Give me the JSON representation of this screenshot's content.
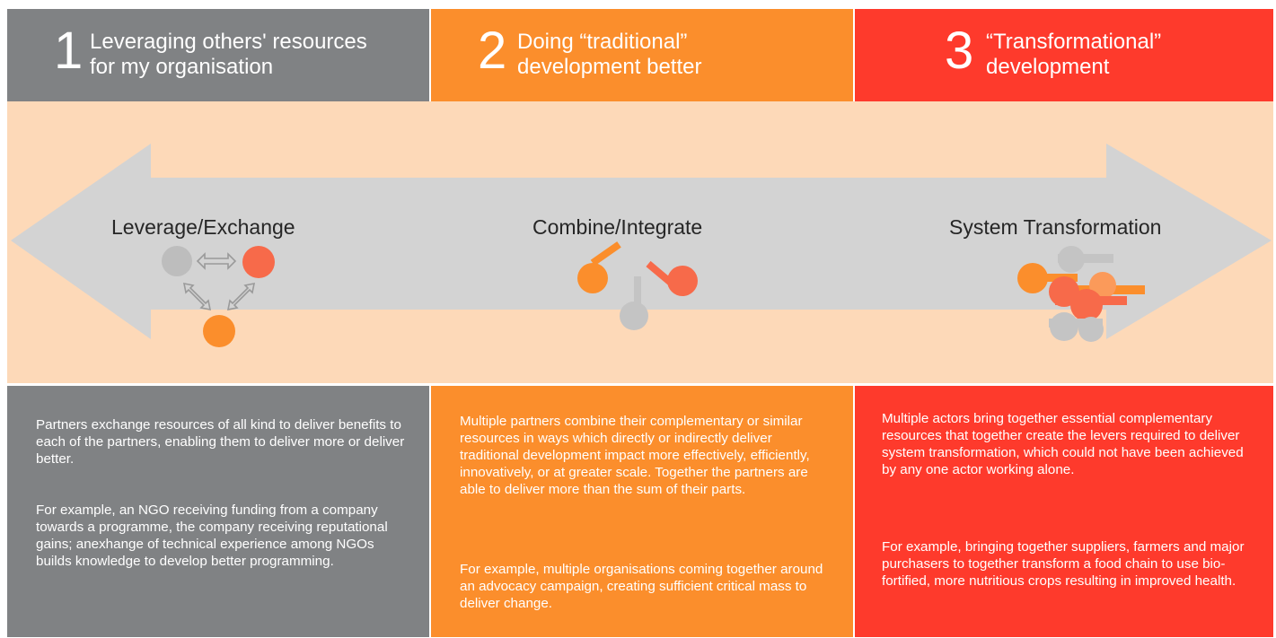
{
  "stages": [
    {
      "number": "1",
      "title": "Leveraging others' resources\nfor my organisation",
      "label": "Leverage/Exchange",
      "paragraph1": "Partners exchange resources of all kind to deliver benefits to each of the partners, enabling them to deliver more or deliver better.",
      "paragraph2": "For example, an NGO receiving funding from a company towards a programme, the company receiving reputational gains; anexhange of technical experience among NGOs builds knowledge to develop better programming."
    },
    {
      "number": "2",
      "title": "Doing “traditional”\ndevelopment better",
      "label": "Combine/Integrate",
      "paragraph1": "Multiple partners combine their complementary or similar resources in ways which directly or indirectly deliver traditional development impact more effectively, efficiently, innovatively, or at greater scale. Together the partners are able to deliver more than the sum of their parts.",
      "paragraph2": "For example, multiple organisations coming together around an advocacy campaign, creating sufficient critical mass to deliver change."
    },
    {
      "number": "3",
      "title": "“Transformational”\ndevelopment",
      "label": "System Transformation",
      "paragraph1": "Multiple actors bring together essential complementary resources that together create the levers required to deliver system transformation, which could not have been achieved by any one actor working alone.",
      "paragraph2": "For example, bringing together suppliers, farmers and major purchasers to together transform a food chain to use bio-fortified, more nutritious crops resulting in improved health."
    }
  ],
  "colors": {
    "grey": "#808284",
    "orange": "#fb8e2c",
    "red": "#fe3a2c",
    "band": "#fdd9b8",
    "arrow": "#d3d3d3",
    "coral": "#f76a4a"
  }
}
